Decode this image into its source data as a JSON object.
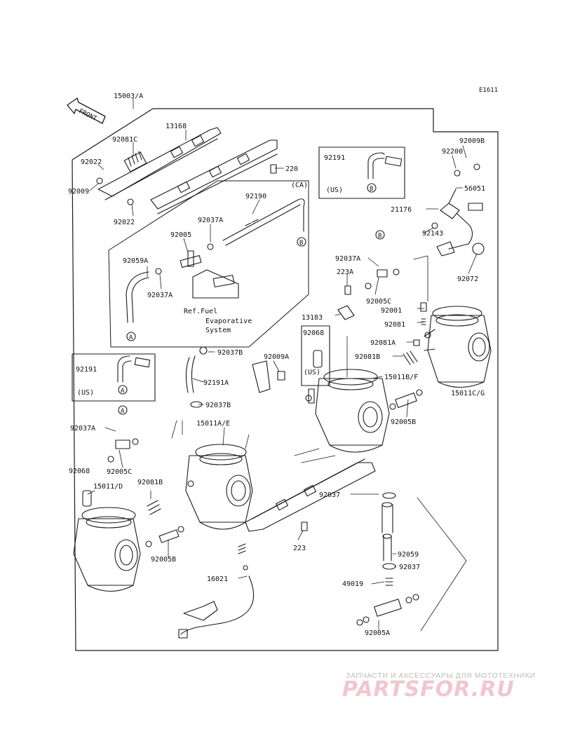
{
  "diagram": {
    "code": "E1611",
    "front_label": "FRONT",
    "note_ref": "Ref.Fuel",
    "note_evap": "Evaporative",
    "note_system": "System",
    "region_ca": "(CA)",
    "region_us_1": "(US)",
    "region_us_2": "(US)",
    "region_us_3": "(US)",
    "callout_a": "A",
    "callout_b": "B",
    "parts": [
      {
        "id": "p_15003A",
        "text": "15003/A"
      },
      {
        "id": "p_13168",
        "text": "13168"
      },
      {
        "id": "p_92081C",
        "text": "92081C"
      },
      {
        "id": "p_92022a",
        "text": "92022"
      },
      {
        "id": "p_92009",
        "text": "92009"
      },
      {
        "id": "p_92022b",
        "text": "92022"
      },
      {
        "id": "p_220",
        "text": "220"
      },
      {
        "id": "p_92190",
        "text": "92190"
      },
      {
        "id": "p_92037A_1",
        "text": "92037A"
      },
      {
        "id": "p_92005",
        "text": "92005"
      },
      {
        "id": "p_92059A",
        "text": "92059A"
      },
      {
        "id": "p_92037A_2",
        "text": "92037A"
      },
      {
        "id": "p_92191_top",
        "text": "92191"
      },
      {
        "id": "p_92009B",
        "text": "92009B"
      },
      {
        "id": "p_92200",
        "text": "92200"
      },
      {
        "id": "p_56051",
        "text": "56051"
      },
      {
        "id": "p_21176",
        "text": "21176"
      },
      {
        "id": "p_92143",
        "text": "92143"
      },
      {
        "id": "p_92072",
        "text": "92072"
      },
      {
        "id": "p_92037A_3",
        "text": "92037A"
      },
      {
        "id": "p_223A",
        "text": "223A"
      },
      {
        "id": "p_92005C_1",
        "text": "92005C"
      },
      {
        "id": "p_92001",
        "text": "92001"
      },
      {
        "id": "p_92081",
        "text": "92081"
      },
      {
        "id": "p_13183",
        "text": "13183"
      },
      {
        "id": "p_92068_1",
        "text": "92068"
      },
      {
        "id": "p_92081A",
        "text": "92081A"
      },
      {
        "id": "p_92081B_1",
        "text": "92081B"
      },
      {
        "id": "p_15011BF",
        "text": "15011B/F"
      },
      {
        "id": "p_15011CG",
        "text": "15011C/G"
      },
      {
        "id": "p_92005B_1",
        "text": "92005B"
      },
      {
        "id": "p_92191_left",
        "text": "92191"
      },
      {
        "id": "p_92037B_1",
        "text": "92037B"
      },
      {
        "id": "p_92191A",
        "text": "92191A"
      },
      {
        "id": "p_92037B_2",
        "text": "92037B"
      },
      {
        "id": "p_92009A",
        "text": "92009A"
      },
      {
        "id": "p_15011AE",
        "text": "15011A/E"
      },
      {
        "id": "p_92037A_4",
        "text": "92037A"
      },
      {
        "id": "p_92005C_2",
        "text": "92005C"
      },
      {
        "id": "p_92068_2",
        "text": "92068"
      },
      {
        "id": "p_15011D",
        "text": "15011/D"
      },
      {
        "id": "p_92081B_2",
        "text": "92081B"
      },
      {
        "id": "p_92005B_2",
        "text": "92005B"
      },
      {
        "id": "p_92037",
        "text": "92037"
      },
      {
        "id": "p_223",
        "text": "223"
      },
      {
        "id": "p_92059",
        "text": "92059"
      },
      {
        "id": "p_92037_b",
        "text": "92037"
      },
      {
        "id": "p_16021",
        "text": "16021"
      },
      {
        "id": "p_49019",
        "text": "49019"
      },
      {
        "id": "p_92005A",
        "text": "92005A"
      }
    ]
  },
  "watermark": {
    "tagline": "ЗАПЧАСТИ И АКСЕССУАРЫ ДЛЯ МОТОТЕХНИКИ",
    "logo": "PARTSFOR.RU"
  },
  "colors": {
    "line": "#1a1a1a",
    "watermark_text": "#bdbdbd",
    "watermark_logo": "#f2c6cf"
  }
}
